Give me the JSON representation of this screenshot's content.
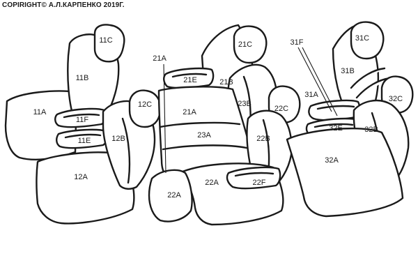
{
  "copyright": "COPIRIGHT©  А.Л.КАРПЕНКО 2019Г.",
  "labels": {
    "l11C": "11C",
    "l11B": "11B",
    "l11A": "11A",
    "l11F": "11F",
    "l11E": "11E",
    "l12C": "12C",
    "l12B": "12B",
    "l12A": "12A",
    "l21A_top": "21A",
    "l21E": "21E",
    "l21A": "21A",
    "l21C": "21C",
    "l21B": "21B",
    "l23B": "23B",
    "l23A": "23A",
    "l22C": "22C",
    "l22B": "22B",
    "l22A": "22A",
    "l22A_b": "22A",
    "l22F": "22F",
    "l31F": "31F",
    "l31C": "31C",
    "l31B": "31B",
    "l31A": "31A",
    "l32C": "32C",
    "l32E": "32E",
    "l32B": "32B",
    "l32A": "32A"
  },
  "colors": {
    "line": "#1a1a1a",
    "background": "#ffffff"
  }
}
